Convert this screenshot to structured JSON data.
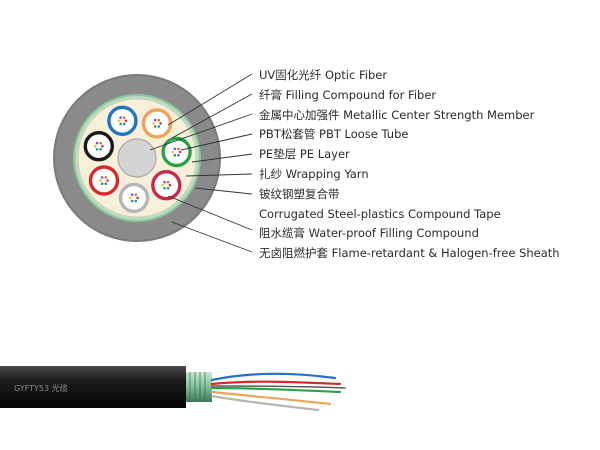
{
  "callouts": [
    {
      "text": "UV固化光纤 Optic Fiber"
    },
    {
      "text": "纤膏 Filling Compound for Fiber"
    },
    {
      "text": "金属中心加强件 Metallic Center Strength Member"
    },
    {
      "text": "PBT松套管 PBT Loose Tube"
    },
    {
      "text": "PE垫层 PE Layer"
    },
    {
      "text": "扎纱 Wrapping Yarn"
    },
    {
      "text": "铍纹钢塑复合带"
    },
    {
      "text": "Corrugated Steel-plastics Compound Tape"
    },
    {
      "text": "阻水缆膏 Water-proof Filling Compound"
    },
    {
      "text": "无卤阻燃护套 Flame-retardant & Halogen-free Sheath"
    }
  ],
  "cable_photo": {
    "sheath_print": "GYFTY53 光缆"
  },
  "colors": {
    "outer_sheath": "#808080",
    "steel_tape_ring": "#8cc79c",
    "filling": "#f6efd9",
    "center_member": "#d4d4d4",
    "tube_colors": [
      "#f1a25a",
      "#2aa24a",
      "#c8284c",
      "#b5b5b5",
      "#d82a2a",
      "#1a1a1a",
      "#2173c7"
    ]
  }
}
